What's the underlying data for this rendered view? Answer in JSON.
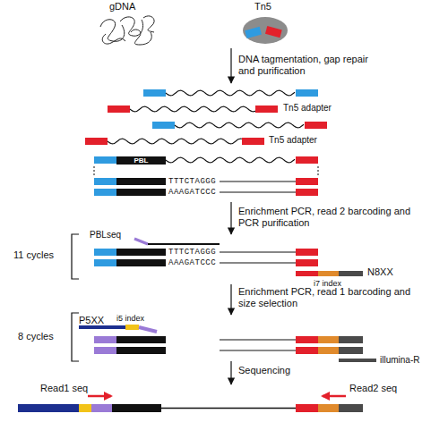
{
  "diagram": {
    "nodes": [
      {
        "text": [
          "PBL"
        ]
      }
    ],
    "labels": [
      "gDNA",
      "Tn5",
      "DNA tagmentation, gap repair and purification",
      "Tn5 adapter",
      "Tn5 adapter",
      "TTTCTAGGG",
      "AAAGATCCC",
      "Enrichment PCR, read 2 barcoding and PCR purification",
      "11 cycles",
      "PBLseq",
      "TTTCTAGGG",
      "AAAGATCCC",
      "i7 index",
      "N8XX",
      "Enrichment PCR, read 1 barcoding and size selection",
      "8 cycles",
      "P5XX",
      "i5 index",
      "illumina-R",
      "Sequencing",
      "Read1 seq",
      "Read2 seq"
    ]
  }
}
